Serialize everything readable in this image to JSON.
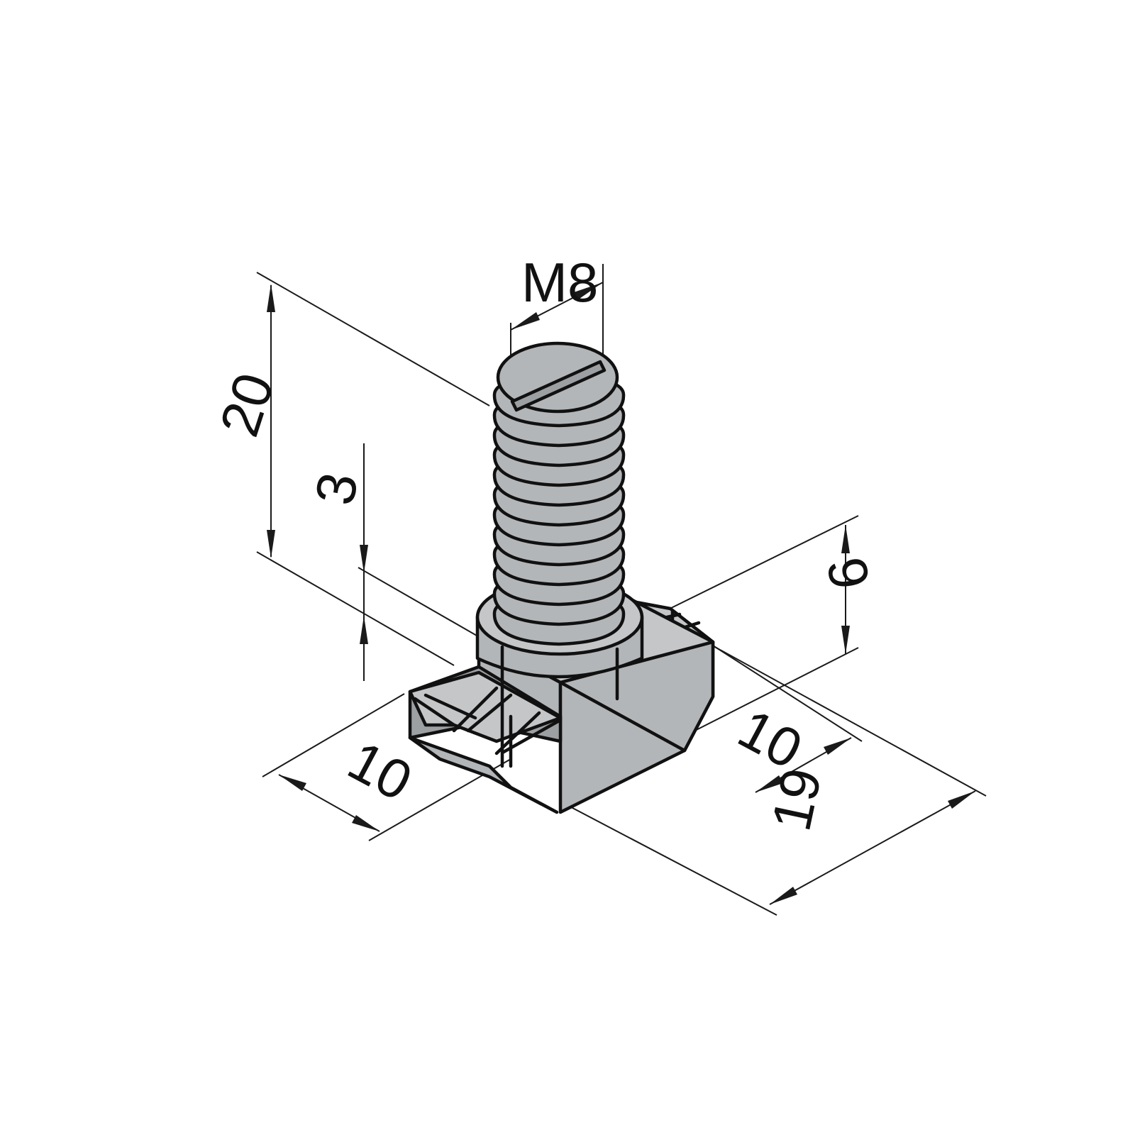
{
  "dimensions": {
    "thread_size": "M8",
    "length": "20",
    "flange_offset": "3",
    "height": "6",
    "head_width": "10",
    "neck_width": "10",
    "head_length": "19"
  },
  "colors": {
    "part_fill": "#b3b6b8",
    "outline": "#111111"
  }
}
